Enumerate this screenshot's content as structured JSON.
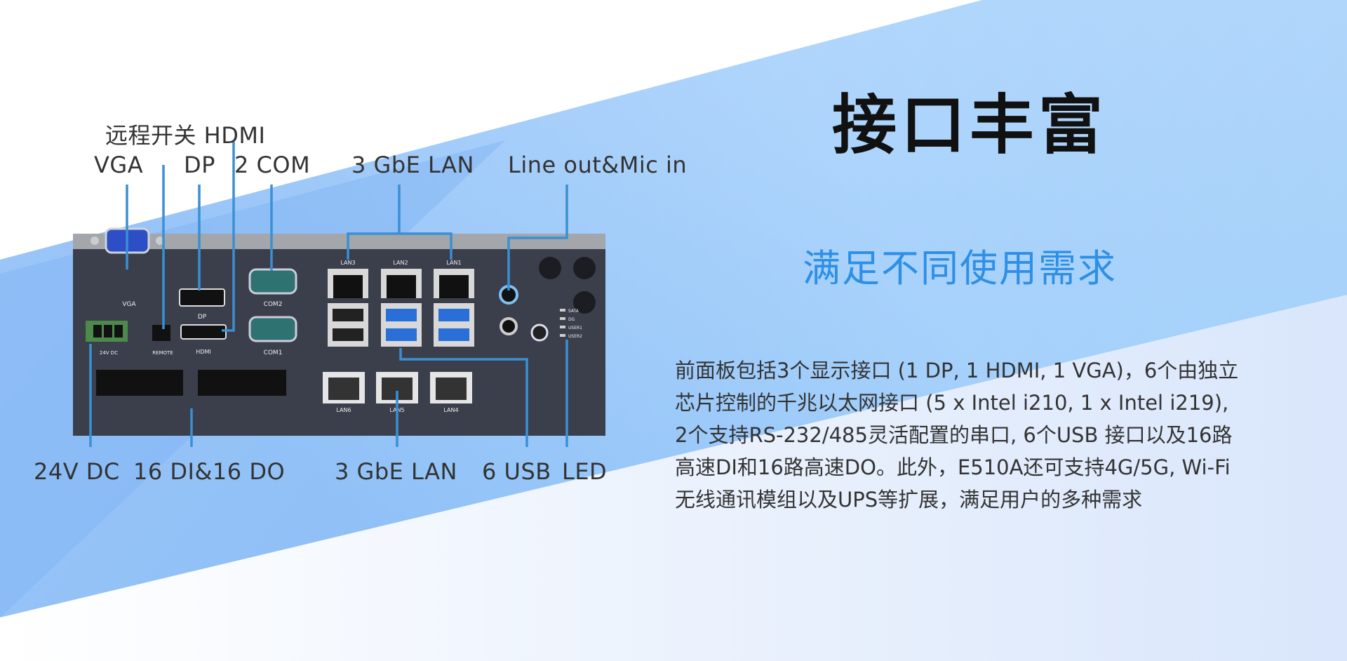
{
  "heading": {
    "title": "接口丰富",
    "subtitle": "满足不同使用需求"
  },
  "description_lines": [
    "前面板包括3个显示接口 (1 DP, 1 HDMI, 1 VGA)，6个由独立",
    "芯片控制的千兆以太网接口 (5 x Intel i210, 1 x Intel i219),",
    "2个支持RS-232/485灵活配置的串口, 6个USB 接口以及16路",
    "高速DI和16路高速DO。此外，E510A还可支持4G/5G, Wi-Fi",
    "无线通讯模组以及UPS等扩展，满足用户的多种需求"
  ],
  "callouts": {
    "remote_hdmi": "远程开关  HDMI",
    "vga": "VGA",
    "dp": "DP",
    "com": "2 COM",
    "lan_top": "3 GbE LAN",
    "audio": "Line out&Mic in",
    "dc": "24V DC",
    "dio": "16 DI&16 DO",
    "lan_bottom": "3 GbE LAN",
    "usb": "6 USB",
    "led": "LED"
  },
  "device_labels": {
    "vga": "VGA",
    "dp": "DP",
    "hdmi": "HDMI",
    "com2": "COM2",
    "com1": "COM1",
    "dc": "24V DC",
    "remote": "REMOTE",
    "lan3": "LAN3",
    "lan2": "LAN2",
    "lan1": "LAN1",
    "lan6": "LAN6",
    "lan5": "LAN5",
    "lan4": "LAN4",
    "led_sata": "SATA",
    "led_dg": "DG",
    "led_user1": "USER1",
    "led_user2": "USER2"
  },
  "colors": {
    "accent": "#2e8fe6",
    "leader": "#3b8fd4",
    "device": "#3a3f4b"
  }
}
